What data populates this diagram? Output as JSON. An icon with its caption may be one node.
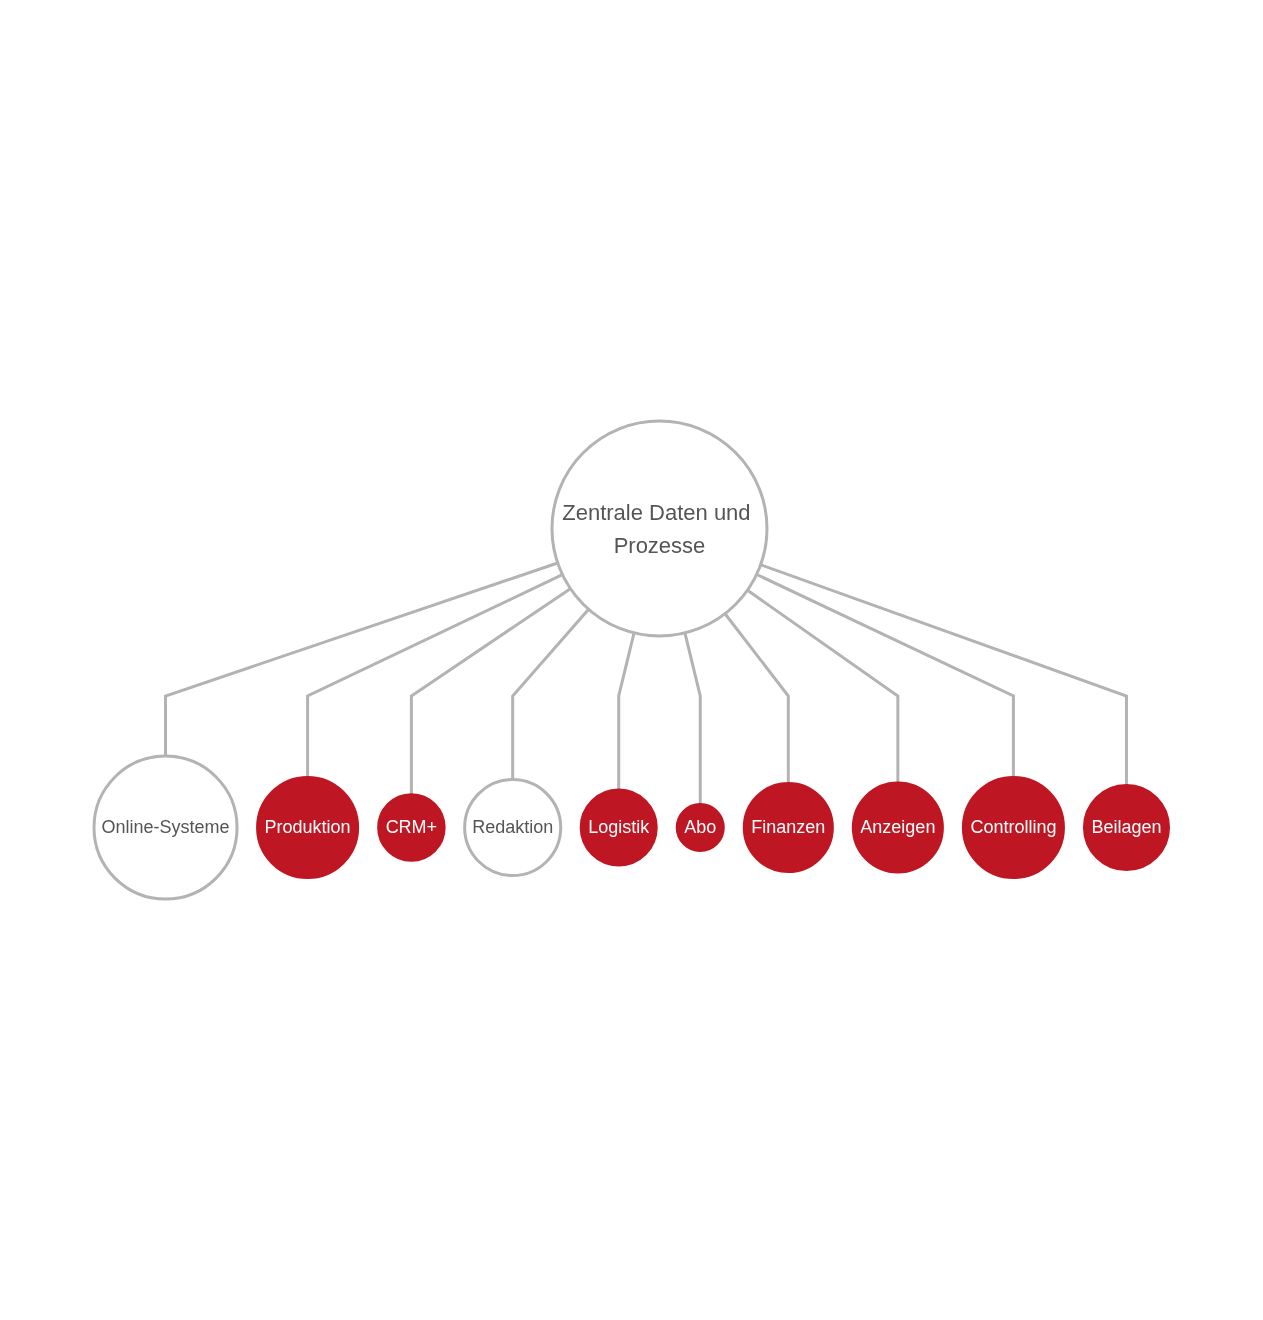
{
  "diagram": {
    "nodes": [
      {
        "text": [
          "Zentrale Daten und Prozesse"
        ]
      },
      {
        "text": [
          "Online-Systeme"
        ]
      },
      {
        "text": [
          "Produktion"
        ]
      },
      {
        "text": [
          "CRM+"
        ]
      },
      {
        "text": [
          "Redaktion"
        ]
      },
      {
        "text": [
          "Logistik"
        ]
      },
      {
        "text": [
          "Abo"
        ]
      },
      {
        "text": [
          "Finanzen"
        ]
      },
      {
        "text": [
          "Anzeigen"
        ]
      },
      {
        "text": [
          "Controlling"
        ]
      },
      {
        "text": [
          "Beilagen"
        ]
      }
    ],
    "edges": [
      {
        "from": 0,
        "to": 1,
        "arrow": "none"
      },
      {
        "from": 0,
        "to": 2,
        "arrow": "none"
      },
      {
        "from": 0,
        "to": 3,
        "arrow": "none"
      },
      {
        "from": 0,
        "to": 4,
        "arrow": "none"
      },
      {
        "from": 0,
        "to": 5,
        "arrow": "none"
      },
      {
        "from": 0,
        "to": 6,
        "arrow": "none"
      },
      {
        "from": 0,
        "to": 7,
        "arrow": "none"
      },
      {
        "from": 0,
        "to": 8,
        "arrow": "none"
      },
      {
        "from": 0,
        "to": 9,
        "arrow": "none"
      },
      {
        "from": 0,
        "to": 10,
        "arrow": "none"
      }
    ]
  }
}
